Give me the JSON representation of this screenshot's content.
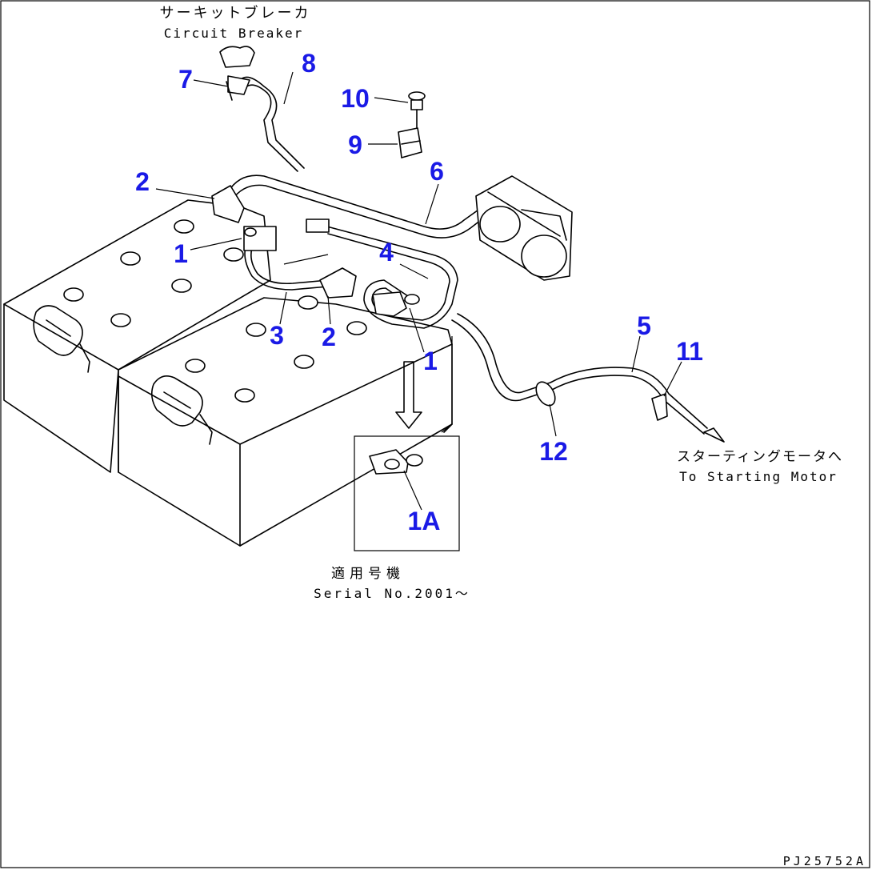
{
  "labels": {
    "circuit_breaker_jp": "サーキットブレーカ",
    "circuit_breaker_en": "Circuit Breaker",
    "starting_motor_jp": "スターティングモータへ",
    "starting_motor_en": "To Starting Motor",
    "serial_jp": "適用号機",
    "serial_en": "Serial No.2001～",
    "drawing_code": "PJ25752A"
  },
  "callouts": [
    "1",
    "1",
    "1A",
    "2",
    "2",
    "2",
    "3",
    "4",
    "5",
    "6",
    "7",
    "8",
    "9",
    "10",
    "11",
    "12"
  ],
  "colors": {
    "callout": "#1a1ae6",
    "line": "#000000",
    "background": "#ffffff"
  }
}
